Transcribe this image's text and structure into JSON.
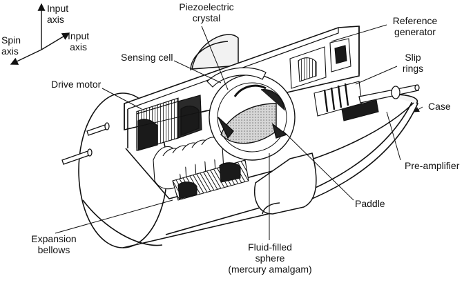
{
  "labels": {
    "input_axis_top": [
      "Input",
      "axis"
    ],
    "input_axis_right": [
      "Input",
      "axis"
    ],
    "spin_axis": [
      "Spin",
      "axis"
    ],
    "piezoelectric_crystal": [
      "Piezoelectric",
      "crystal"
    ],
    "reference_generator": [
      "Reference",
      "generator"
    ],
    "sensing_cell": "Sensing cell",
    "slip_rings": [
      "Slip",
      "rings"
    ],
    "drive_motor": "Drive motor",
    "case": "Case",
    "pre_amplifier": "Pre-amplifier",
    "paddle": "Paddle",
    "expansion_bellows": [
      "Expansion",
      "bellows"
    ],
    "fluid_filled_sphere": [
      "Fluid-filled",
      "sphere",
      "(mercury amalgam)"
    ]
  },
  "colors": {
    "ink": "#111111",
    "mid": "#666666",
    "light": "#bdbdbd",
    "dark": "#1a1a1a",
    "background": "#ffffff"
  }
}
